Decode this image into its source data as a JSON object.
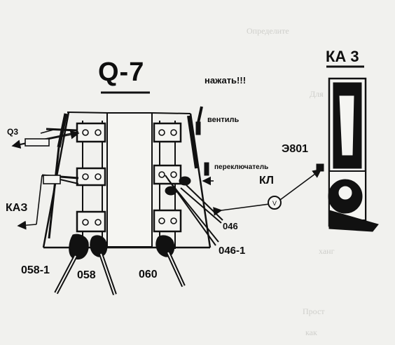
{
  "diagram": {
    "title": "Q-7",
    "ka3_title": "КА 3",
    "labels": {
      "press": "нажать!!!",
      "valve": "вентиль",
      "switch": "переключатель",
      "e801": "Э801",
      "kl": "КЛ",
      "q3": "Q3",
      "ka3_left": "КАЗ",
      "t046": "046",
      "t046_1": "046-1",
      "t058_1": "058-1",
      "t058": "058",
      "t060": "060"
    },
    "background_text": [
      "Определите",
      "Для",
      "ханг",
      "Прост",
      "как"
    ]
  }
}
